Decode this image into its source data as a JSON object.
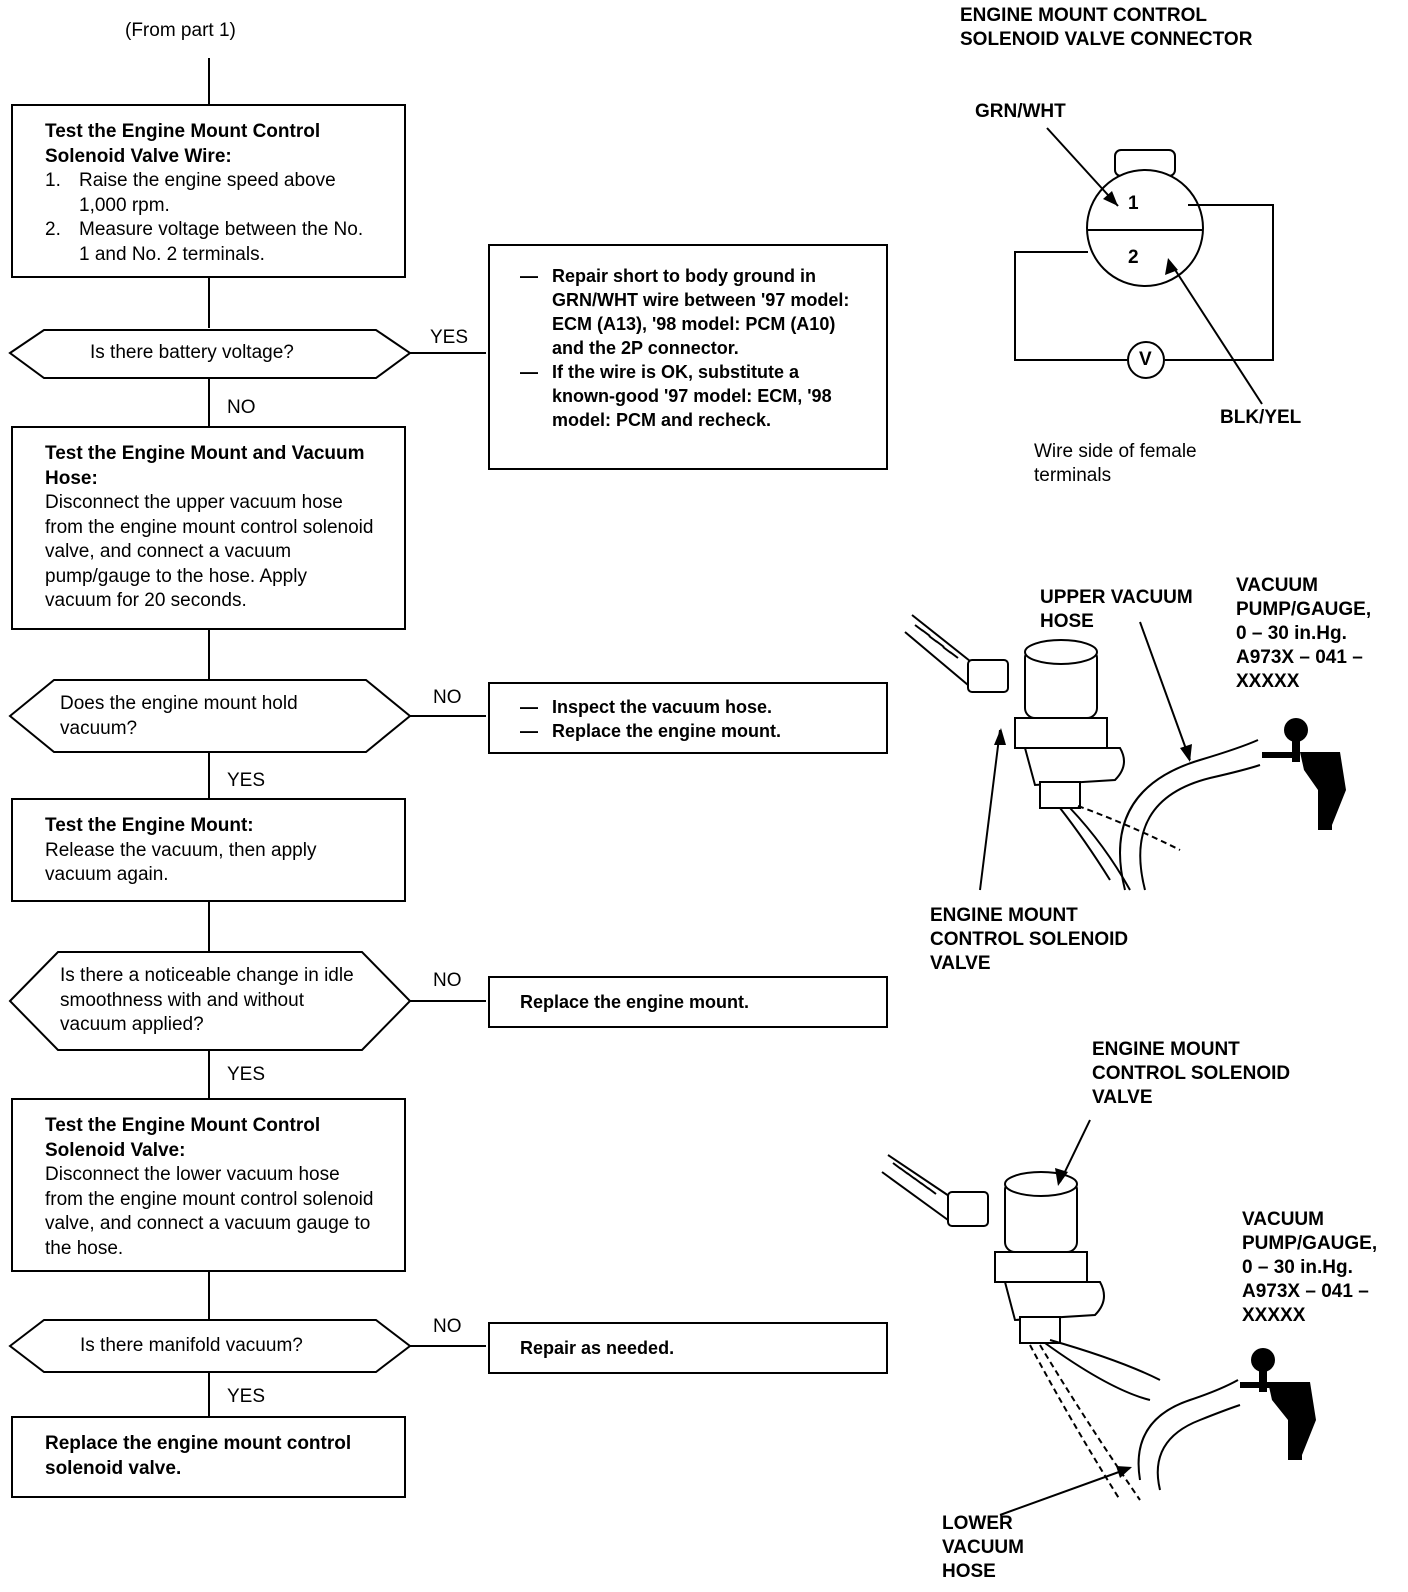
{
  "header": {
    "from_part": "(From part 1)"
  },
  "steps": {
    "s1": {
      "title": "Test the Engine Mount Control Solenoid Valve Wire:",
      "items": [
        {
          "n": "1.",
          "t": "Raise the engine speed above 1,000 rpm."
        },
        {
          "n": "2.",
          "t": "Measure voltage between the No. 1 and No. 2 terminals."
        }
      ]
    },
    "s2": {
      "title": "Test the Engine Mount and Vacuum Hose:",
      "body": "Disconnect the upper vacuum hose from the engine mount control solenoid valve, and connect a vacuum pump/gauge to the hose. Apply vacuum for 20 seconds."
    },
    "s3": {
      "title": "Test the Engine Mount:",
      "body": "Release the vacuum, then apply vacuum again."
    },
    "s4": {
      "title": "Test the Engine Mount Control Solenoid Valve:",
      "body": "Disconnect the lower vacuum hose from the engine mount control solenoid valve, and connect a vacuum gauge to the hose."
    },
    "s5": {
      "title": "Replace the engine mount control solenoid valve."
    }
  },
  "questions": {
    "q1": "Is there battery voltage?",
    "q2": "Does the engine mount hold vacuum?",
    "q3": "Is there a noticeable change in idle smoothness with and without vacuum applied?",
    "q4": "Is there manifold vacuum?"
  },
  "answers": {
    "q1_yes": "YES",
    "q1_no": "NO",
    "q2_no": "NO",
    "q2_yes": "YES",
    "q3_no": "NO",
    "q3_yes": "YES",
    "q4_no": "NO",
    "q4_yes": "YES"
  },
  "results": {
    "r1": [
      "Repair short to body ground in GRN/WHT wire between '97 model: ECM (A13), '98 model: PCM (A10) and the 2P connector.",
      "If the wire is OK, substitute a known-good '97 model: ECM, '98 model: PCM and recheck."
    ],
    "r2": [
      "Inspect the vacuum hose.",
      "Replace the engine mount."
    ],
    "r3": "Replace the engine mount.",
    "r4": "Repair as needed."
  },
  "connector_figure": {
    "title_line1": "ENGINE MOUNT CONTROL",
    "title_line2": "SOLENOID VALVE CONNECTOR",
    "wire1": "GRN/WHT",
    "wire2": "BLK/YEL",
    "terminal1": "1",
    "terminal2": "2",
    "meter": "V",
    "note_line1": "Wire side of female",
    "note_line2": "terminals"
  },
  "upper_figure": {
    "hose_line1": "UPPER VACUUM",
    "hose_line2": "HOSE",
    "gauge_line1": "VACUUM",
    "gauge_line2": "PUMP/GAUGE,",
    "gauge_line3": "0 – 30 in.Hg.",
    "gauge_line4": "A973X – 041 –",
    "gauge_line5": "XXXXX",
    "valve_line1": "ENGINE MOUNT",
    "valve_line2": "CONTROL SOLENOID",
    "valve_line3": "VALVE"
  },
  "lower_figure": {
    "valve_line1": "ENGINE MOUNT",
    "valve_line2": "CONTROL SOLENOID",
    "valve_line3": "VALVE",
    "gauge_line1": "VACUUM",
    "gauge_line2": "PUMP/GAUGE,",
    "gauge_line3": "0 – 30 in.Hg.",
    "gauge_line4": "A973X – 041 –",
    "gauge_line5": "XXXXX",
    "hose_line1": "LOWER",
    "hose_line2": "VACUUM",
    "hose_line3": "HOSE"
  }
}
